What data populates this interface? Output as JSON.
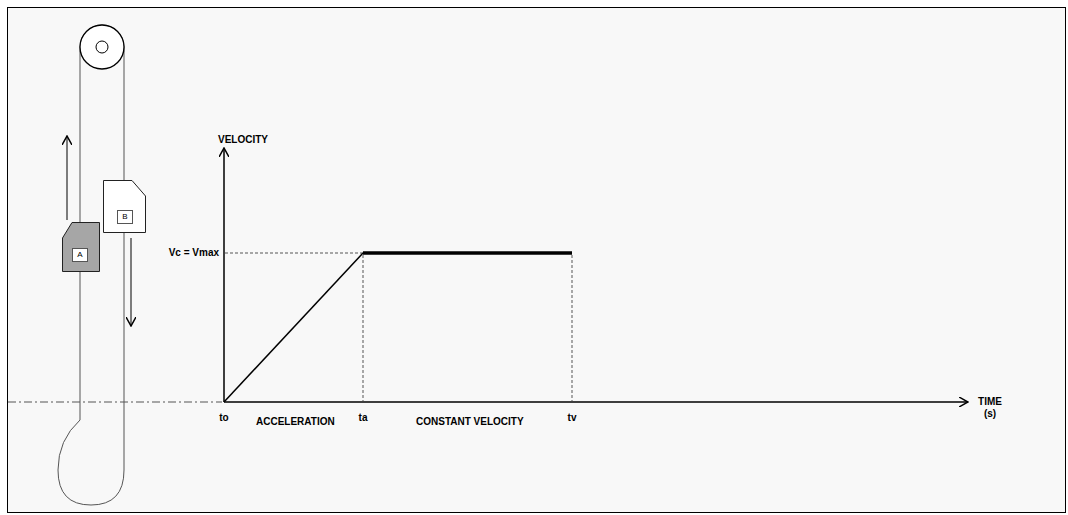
{
  "diagram": {
    "nodes": [
      {
        "text": [
          "A"
        ]
      },
      {
        "text": [
          "B"
        ]
      }
    ],
    "labels": [
      "VELOCITY",
      "Vc = Vmax",
      "to",
      "ACCELERATION",
      "ta",
      "CONSTANT VELOCITY",
      "tv",
      "TIME (s)"
    ]
  }
}
